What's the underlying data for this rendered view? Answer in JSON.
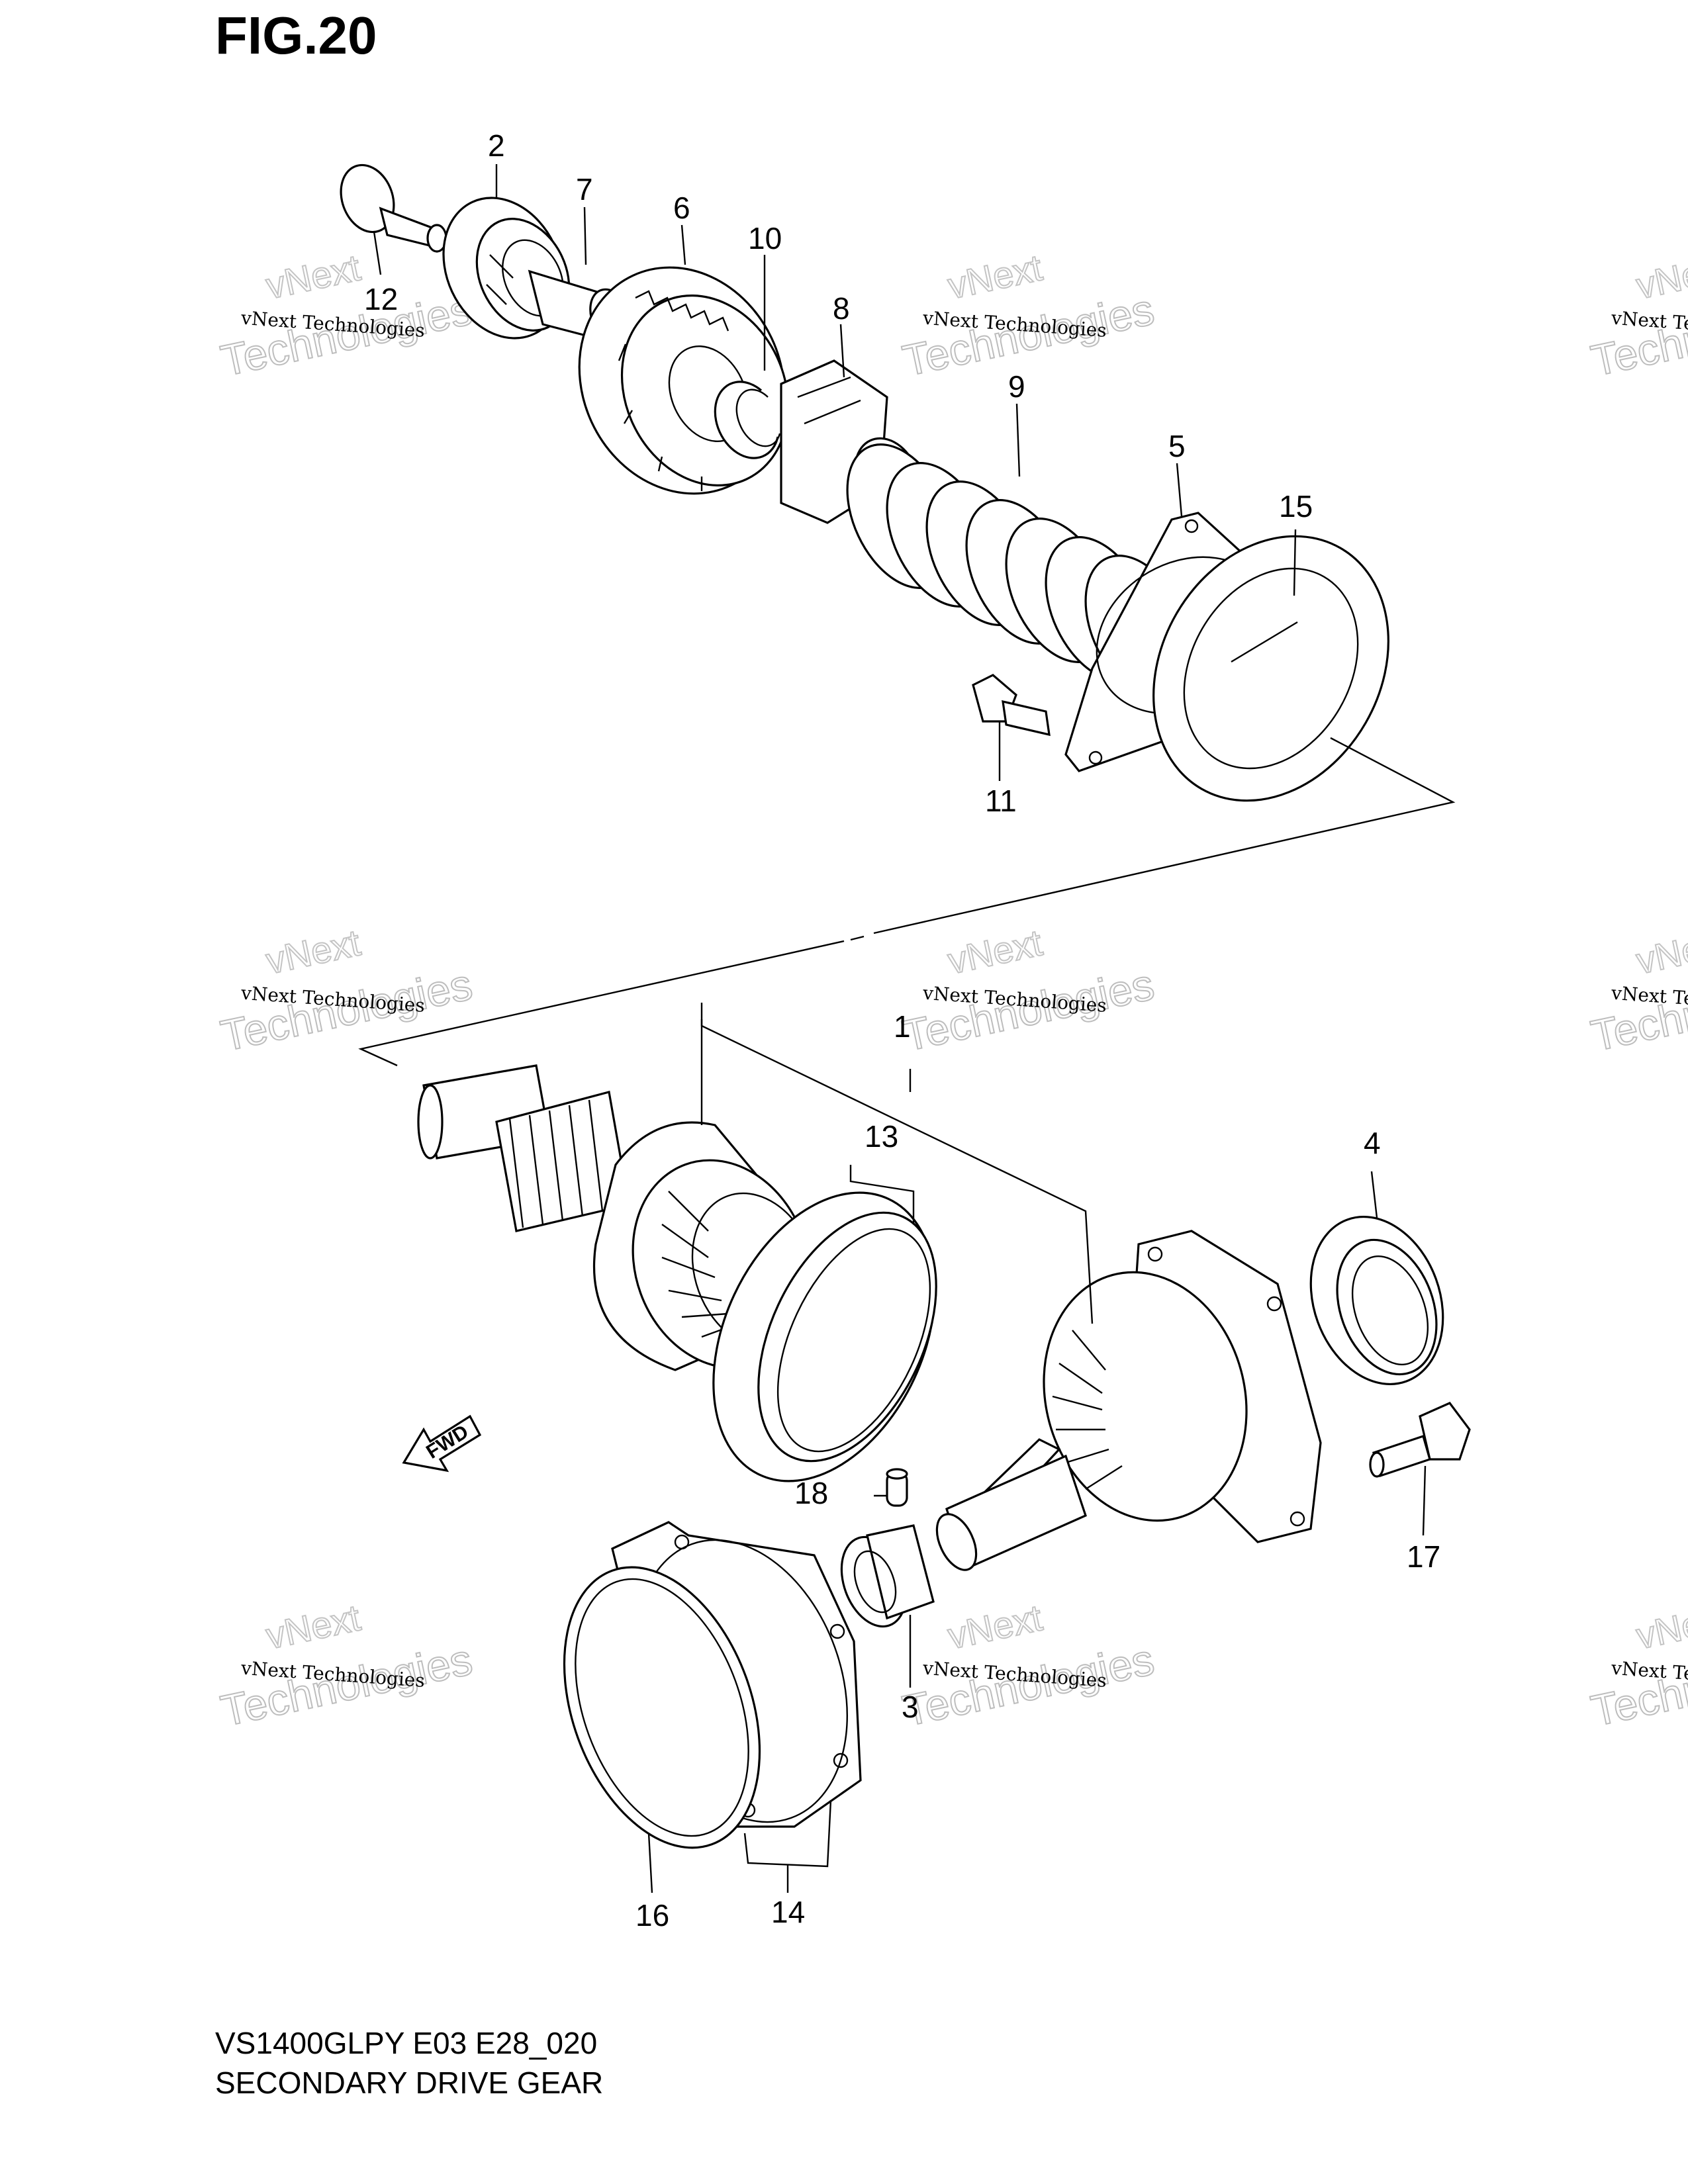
{
  "figure_title": "FIG.20",
  "model_code": "VS1400GLPY E03 E28_020",
  "section_title": "SECONDARY DRIVE GEAR",
  "fwd_label": "FWD",
  "watermark": {
    "line1": "vNext Technologies",
    "line2": "vNext",
    "line3": "Technologies"
  },
  "callouts": [
    "1",
    "2",
    "3",
    "4",
    "5",
    "6",
    "7",
    "8",
    "9",
    "10",
    "11",
    "12",
    "13",
    "14",
    "15",
    "16",
    "17",
    "18"
  ]
}
